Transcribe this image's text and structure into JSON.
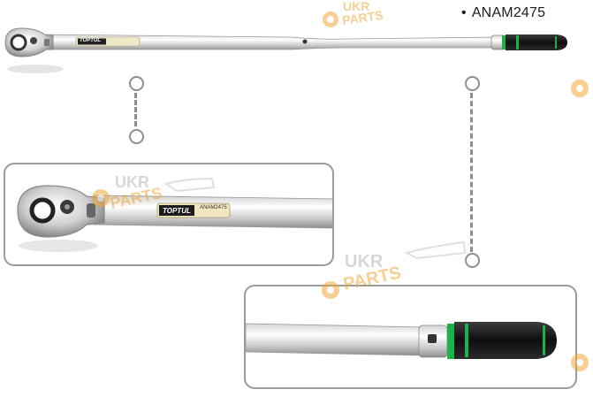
{
  "product": {
    "part_code": "ANAM2475",
    "brand_label": "TOPTUL",
    "handle_model_label": "ANAM2475"
  },
  "watermark": {
    "line1": "UKR",
    "line2": "PARTS"
  },
  "colors": {
    "chrome_light": "#f4f4f4",
    "chrome_mid": "#c9c9c9",
    "chrome_dark": "#8a8a8a",
    "grip_black": "#1a1a1a",
    "grip_green": "#19b34a",
    "marker_gray": "#8e8e8e",
    "watermark_orange": "#f2a83a",
    "watermark_gray": "#b8b8b8"
  },
  "icons": [
    "gear-icon",
    "ratchet-head-icon",
    "pointing-hand-icon"
  ]
}
